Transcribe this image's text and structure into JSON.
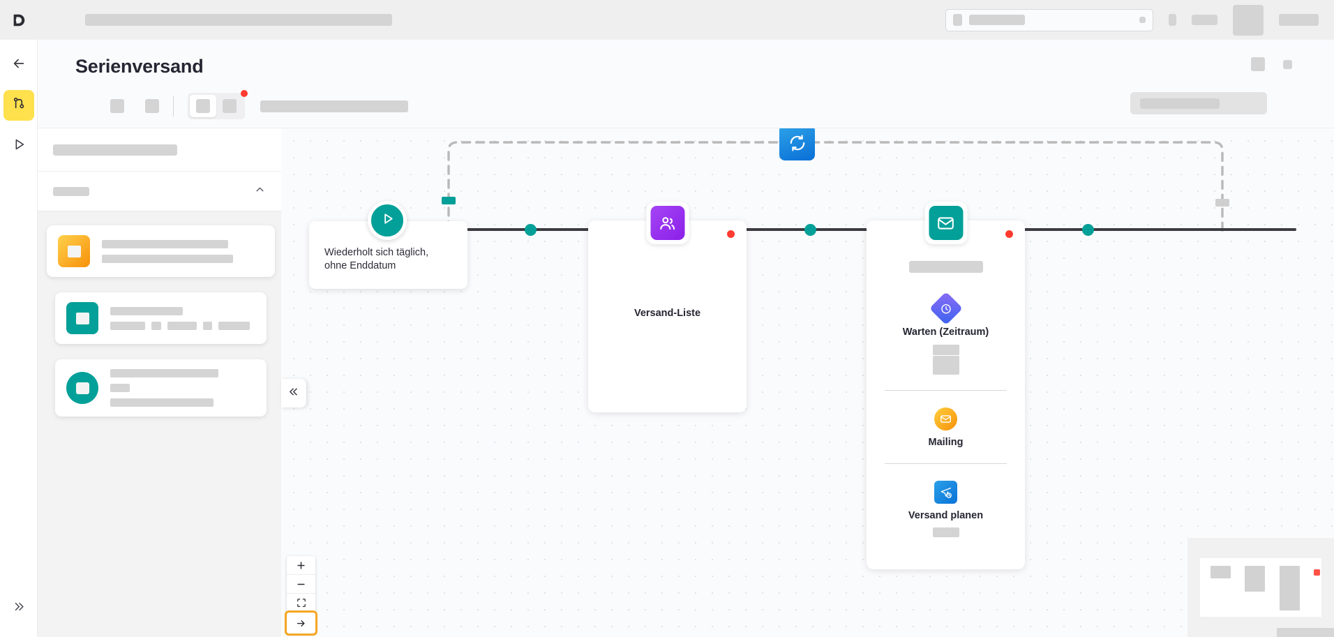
{
  "app": {
    "logo_icon": "brand-logo-icon"
  },
  "rail": {
    "items": [
      {
        "name": "back",
        "icon": "arrow-left-icon",
        "active": false
      },
      {
        "name": "workflow",
        "icon": "workflow-branch-icon",
        "active": true
      },
      {
        "name": "run",
        "icon": "play-triangle-icon",
        "active": false
      }
    ],
    "expand_icon": "chevron-double-right-icon"
  },
  "topbar": {
    "search_icon": "search-icon",
    "search_end_icon": "shortcut-icon",
    "icons": [
      "icon-a",
      "icon-b",
      "avatar",
      "icon-c"
    ]
  },
  "header": {
    "title": "Serienversand",
    "segmented": {
      "items": [
        "view-grid",
        "view-list"
      ],
      "selected_index": 0,
      "badge": true
    },
    "action_pill": "action-button"
  },
  "panel": {
    "search_placeholder_skeleton": true,
    "section_collapse_icon": "chevron-up-icon",
    "collapse_handle_icon": "chevron-double-left-icon",
    "cards": [
      {
        "name": "card-orange",
        "tile_color": "#f79009",
        "tile_icon": "square-icon"
      },
      {
        "name": "card-teal-square",
        "tile_color": "#02a098",
        "tile_icon": "square-icon"
      },
      {
        "name": "card-teal-round",
        "tile_color": "#02a098",
        "tile_icon": "circle-icon"
      }
    ]
  },
  "canvas": {
    "loop_icon": "refresh-loop-icon",
    "start": {
      "icon": "play-triangle-icon",
      "color": "#02a098",
      "card_text_line1": "Wiederholt sich täglich,",
      "card_text_line2": "ohne Enddatum"
    },
    "nodes": [
      {
        "id": "versand-liste",
        "title": "Versand-Liste",
        "badge_icon": "users-icon",
        "badge_color": "#8b1fe8",
        "has_alert_dot": true
      },
      {
        "id": "mailing-node",
        "badge_icon": "envelope-icon",
        "badge_color": "#02a098",
        "has_alert_dot": true,
        "steps": [
          {
            "title": "Warten (Zeitraum)",
            "icon": "clock-diamond-icon",
            "icon_color": "#3c63ef"
          },
          {
            "title": "Mailing",
            "icon": "envelope-circle-icon",
            "icon_color": "#f79009"
          },
          {
            "title": "Versand planen",
            "icon": "paper-plane-clock-icon",
            "icon_color": "#0b72d8"
          }
        ]
      }
    ],
    "end": {
      "icon": "stop-square-icon",
      "color": "#f9483c"
    },
    "zoom_controls": [
      {
        "name": "zoom-in",
        "label": "+",
        "highlighted": false
      },
      {
        "name": "zoom-out",
        "label": "−",
        "highlighted": false
      },
      {
        "name": "fit-view",
        "label": "⛶",
        "highlighted": false
      },
      {
        "name": "interactivity-toggle",
        "label": "→",
        "highlighted": true
      }
    ],
    "minimap": {
      "name": "minimap",
      "end_node_color": "#ff5247"
    }
  }
}
